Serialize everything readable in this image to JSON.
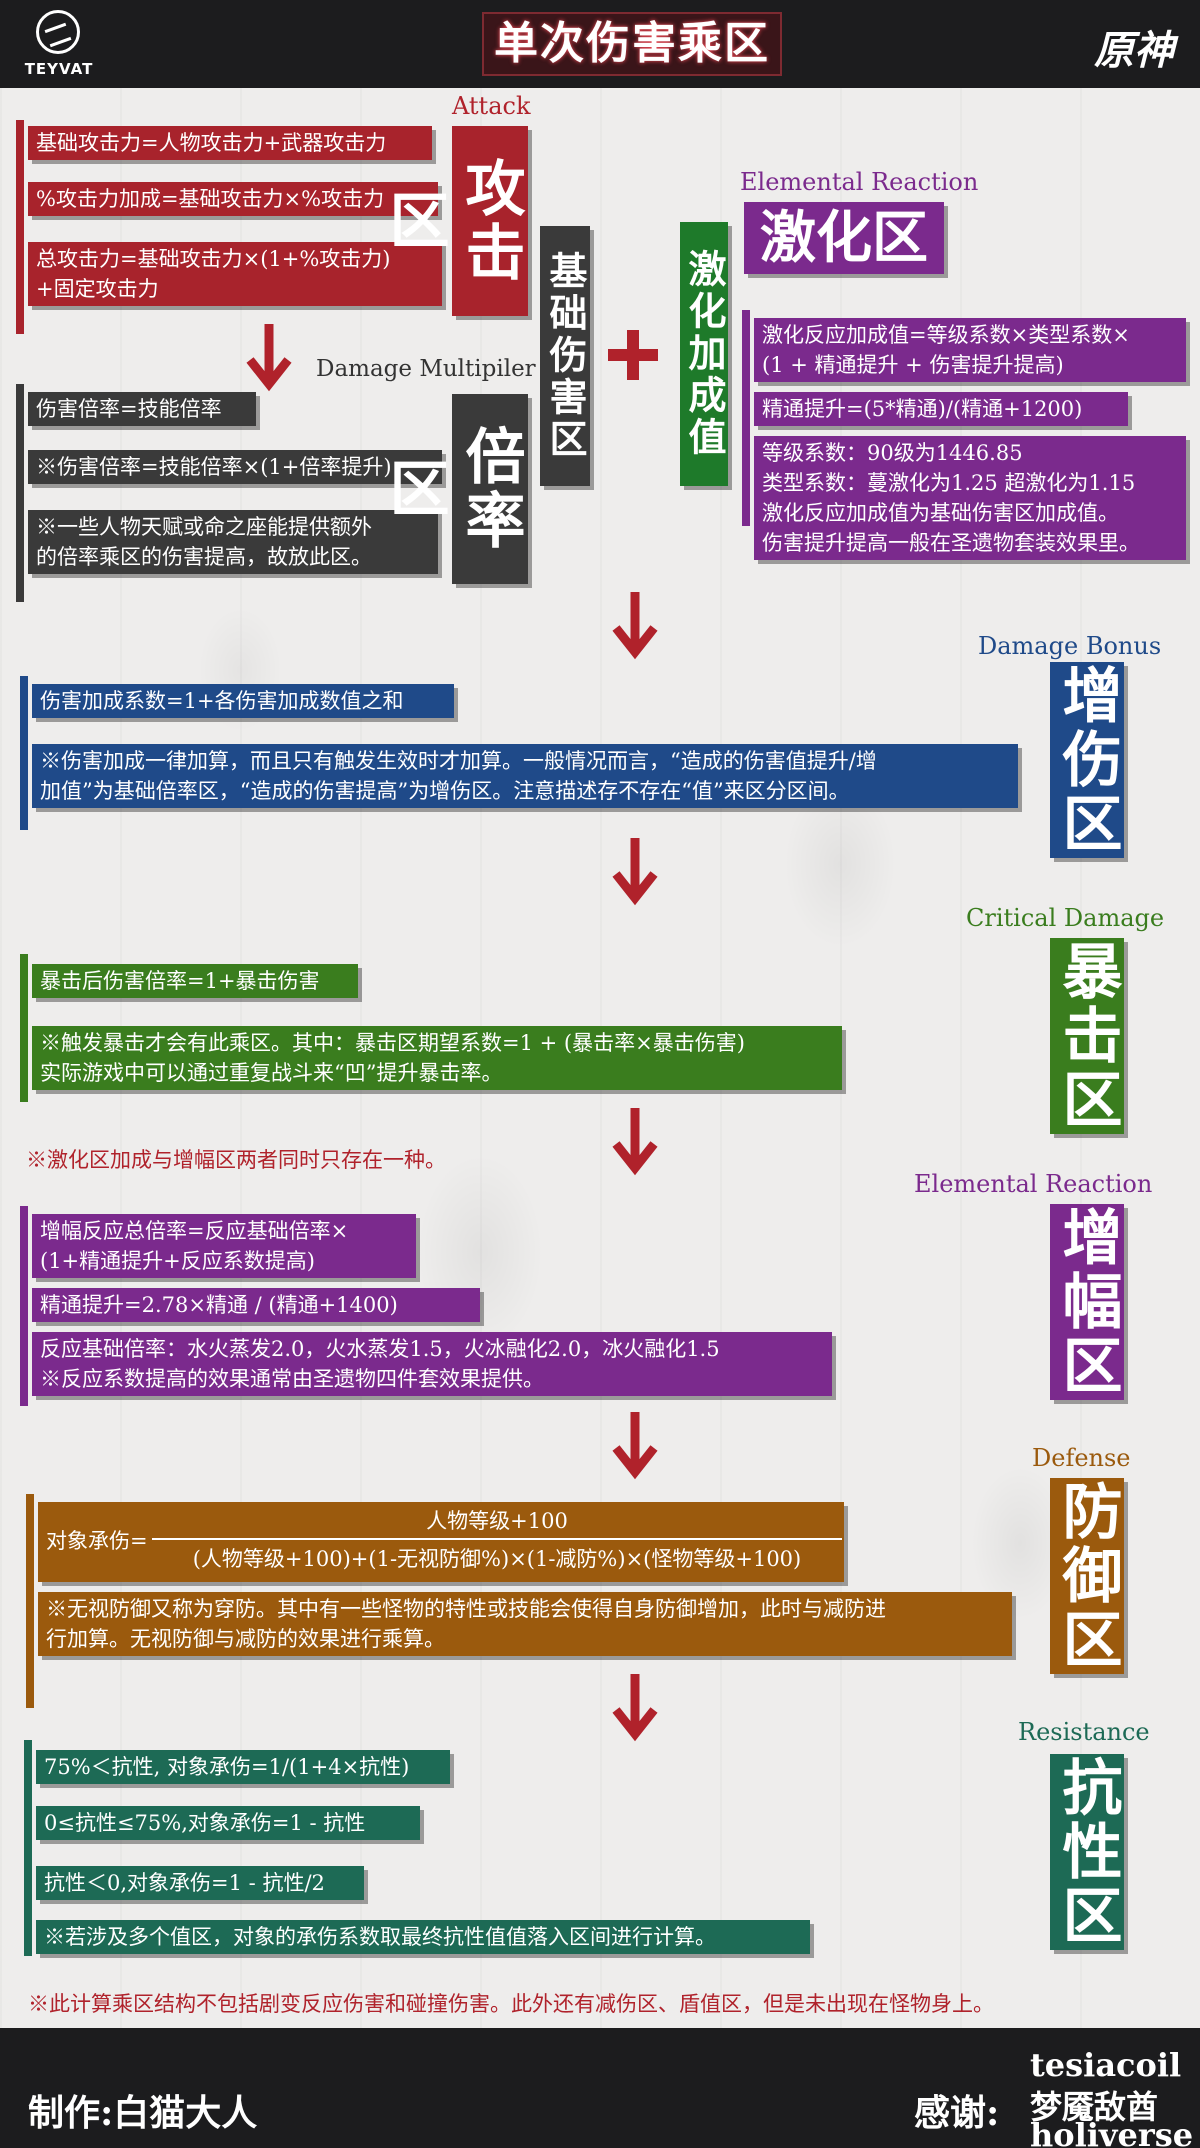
{
  "header": {
    "logo_left_text": "TEYVAT",
    "title": "单次伤害乘区",
    "logo_right_text": "原神"
  },
  "attack": {
    "en": "Attack",
    "label": "攻击区",
    "items": [
      "基础攻击力=人物攻击力+武器攻击力",
      "%攻击力加成=基础攻击力×%攻击力",
      "总攻击力=基础攻击力×(1+%攻击力)\n+固定攻击力"
    ]
  },
  "base_damage": {
    "label": "基础伤害区"
  },
  "multiplier": {
    "en": "Damage Multipiler",
    "label": "倍率区",
    "items": [
      "伤害倍率=技能倍率",
      "※伤害倍率=技能倍率×(1+倍率提升)",
      "※一些人物天赋或命之座能提供额外\n的倍率乘区的伤害提高，故放此区。"
    ]
  },
  "catalyze_value": {
    "label": "激化加成值"
  },
  "catalyze": {
    "en": "Elemental Reaction",
    "label": "激化区",
    "items": [
      "激化反应加成值=等级系数×类型系数×\n(1 + 精通提升 + 伤害提升提高)",
      "精通提升=(5*精通)/(精通+1200)",
      "等级系数：90级为1446.85\n类型系数：蔓激化为1.25 超激化为1.15\n激化反应加成值为基础伤害区加成值。\n伤害提升提高一般在圣遗物套装效果里。"
    ]
  },
  "damage_bonus": {
    "en": "Damage Bonus",
    "label": "增伤区",
    "items": [
      "伤害加成系数=1+各伤害加成数值之和",
      "※伤害加成一律加算，而且只有触发生效时才加算。一般情况而言，“造成的伤害值提升/增\n加值”为基础倍率区，“造成的伤害提高”为增伤区。注意描述存不存在“值”来区分区间。"
    ]
  },
  "critical": {
    "en": "Critical Damage",
    "label": "暴击区",
    "items": [
      "暴击后伤害倍率=1+暴击伤害",
      "※触发暴击才会有此乘区。其中：暴击区期望系数=1 + (暴击率×暴击伤害)\n实际游戏中可以通过重复战斗来“凹”提升暴击率。"
    ]
  },
  "note_mid": "※激化区加成与增幅区两者同时只存在一种。",
  "amplify": {
    "en": "Elemental Reaction",
    "label": "增幅区",
    "items": [
      "增幅反应总倍率=反应基础倍率×\n(1+精通提升+反应系数提高)",
      "精通提升=2.78×精通 / (精通+1400)",
      "反应基础倍率：水火蒸发2.0，火水蒸发1.5，火冰融化2.0，冰火融化1.5\n※反应系数提高的效果通常由圣遗物四件套效果提供。"
    ]
  },
  "defense": {
    "en": "Defense",
    "label": "防御区",
    "formula_lhs": "对象承伤=",
    "numerator": "人物等级+100",
    "denominator": "(人物等级+100)+(1-无视防御%)×(1-减防%)×(怪物等级+100)",
    "note": "※无视防御又称为穿防。其中有一些怪物的特性或技能会使得自身防御增加，此时与减防进\n行加算。无视防御与减防的效果进行乘算。"
  },
  "resistance": {
    "en": "Resistance",
    "label": "抗性区",
    "items": [
      "75%＜抗性, 对象承伤=1/(1+4×抗性)",
      "0≤抗性≤75%,对象承伤=1 - 抗性",
      "抗性＜0,对象承伤=1 - 抗性/2",
      "※若涉及多个值区，对象的承伤系数取最终抗性值值落入区间进行计算。"
    ]
  },
  "note_bottom": "※此计算乘区结构不包括剧变反应伤害和碰撞伤害。此外还有减伤区、盾值区，但是未出现在怪物身上。",
  "footer": {
    "maker": "制作:白猫大人",
    "thanks_label": "感谢:",
    "credits": [
      "tesiacoil",
      "梦魇敌酋",
      "holiverse"
    ]
  },
  "colors": {
    "attack": "#a8232c",
    "multiplier": "#3a3a3a",
    "catalyze": "#7b2a8d",
    "damage_bonus": "#1f4a89",
    "critical": "#3a7d1e",
    "defense": "#9b5a0d",
    "resistance": "#1d6a55",
    "arrow": "#b0222b"
  }
}
